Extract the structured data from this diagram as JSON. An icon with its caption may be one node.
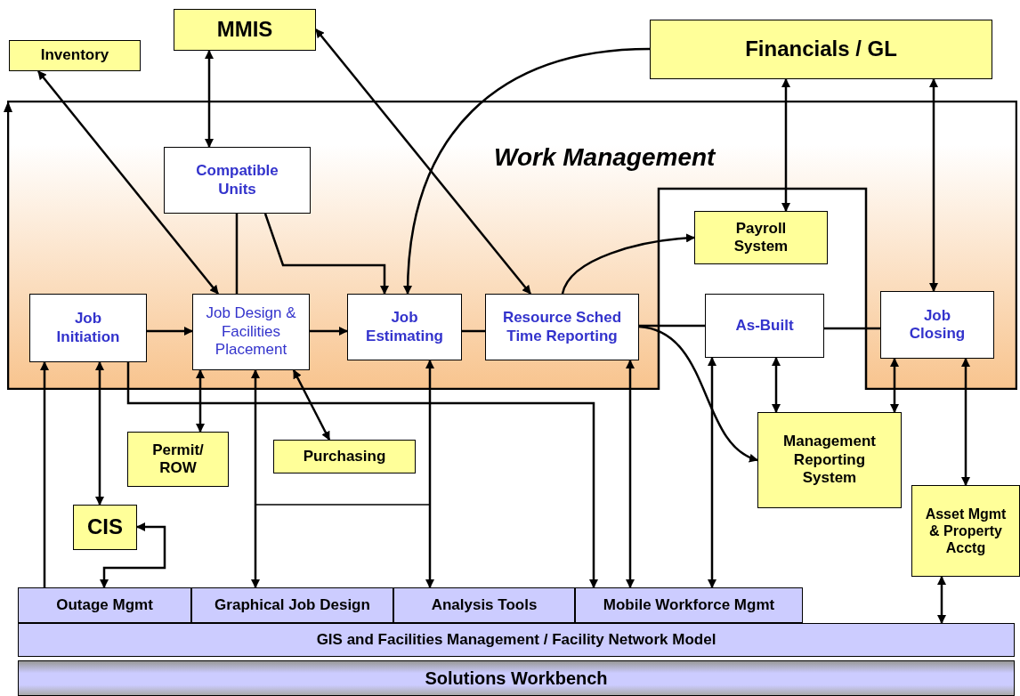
{
  "diagram": {
    "nodes": [
      {
        "text": [
          "Inventory"
        ]
      },
      {
        "text": [
          "MMIS"
        ]
      },
      {
        "text": [
          "Financials / GL"
        ]
      },
      {
        "text": [
          "Work Management"
        ]
      },
      {
        "text": [
          "Compatible Units"
        ],
        "in": 3
      },
      {
        "text": [
          "Job Initiation"
        ],
        "in": 3
      },
      {
        "text": [
          "Job Design & Facilities Placement"
        ],
        "in": 3
      },
      {
        "text": [
          "Job Estimating"
        ],
        "in": 3
      },
      {
        "text": [
          "Resource Sched Time Reporting"
        ],
        "in": 3
      },
      {
        "text": [
          "Payroll System"
        ]
      },
      {
        "text": [
          "As-Built"
        ]
      },
      {
        "text": [
          "Job Closing"
        ],
        "in": 3
      },
      {
        "text": [
          "Permit/ ROW"
        ]
      },
      {
        "text": [
          "Purchasing"
        ]
      },
      {
        "text": [
          "Management Reporting System"
        ]
      },
      {
        "text": [
          "CIS"
        ]
      },
      {
        "text": [
          "Asset Mgmt & Property Acctg"
        ]
      },
      {
        "text": [
          "Outage Mgmt"
        ]
      },
      {
        "text": [
          "Graphical Job Design"
        ]
      },
      {
        "text": [
          "Analysis Tools"
        ]
      },
      {
        "text": [
          "Mobile Workforce Mgmt"
        ]
      },
      {
        "text": [
          "GIS and Facilities Management / Facility Network Model"
        ]
      },
      {
        "text": [
          "Solutions Workbench"
        ]
      }
    ],
    "edges": [
      {
        "from": 0,
        "to": 6,
        "arrow": "both"
      },
      {
        "from": 1,
        "to": 4,
        "arrow": "both"
      },
      {
        "from": 1,
        "to": 8,
        "arrow": "both"
      },
      {
        "from": 2,
        "to": 7,
        "arrow": "to"
      },
      {
        "from": 2,
        "to": 9,
        "arrow": "both"
      },
      {
        "from": 2,
        "to": 11,
        "arrow": "both"
      },
      {
        "from": 4,
        "to": 6,
        "arrow": "none"
      },
      {
        "from": 4,
        "to": 7,
        "arrow": "to"
      },
      {
        "from": 5,
        "to": 6,
        "arrow": "to"
      },
      {
        "from": 6,
        "to": 7,
        "arrow": "to"
      },
      {
        "from": 7,
        "to": 8,
        "arrow": "none"
      },
      {
        "from": 8,
        "to": 9,
        "arrow": "to"
      },
      {
        "from": 8,
        "to": 10,
        "arrow": "none"
      },
      {
        "from": 10,
        "to": 11,
        "arrow": "none"
      },
      {
        "from": 8,
        "to": 14,
        "arrow": "to"
      },
      {
        "from": 17,
        "to": 5,
        "arrow": "to"
      },
      {
        "from": 5,
        "to": 15,
        "arrow": "both"
      },
      {
        "from": 5,
        "to": 20,
        "arrow": "to"
      },
      {
        "from": 15,
        "to": 17,
        "arrow": "both"
      },
      {
        "from": 6,
        "to": 12,
        "arrow": "both"
      },
      {
        "from": 6,
        "to": 18,
        "arrow": "both"
      },
      {
        "from": 6,
        "to": 13,
        "arrow": "both"
      },
      {
        "from": 7,
        "to": 19,
        "arrow": "both"
      },
      {
        "from": 8,
        "to": 20,
        "arrow": "both"
      },
      {
        "from": 10,
        "to": 20,
        "arrow": "both"
      },
      {
        "from": 10,
        "to": 14,
        "arrow": "both"
      },
      {
        "from": 11,
        "to": 14,
        "arrow": "both"
      },
      {
        "from": 11,
        "to": 16,
        "arrow": "both"
      },
      {
        "from": 16,
        "to": 21,
        "arrow": "both"
      }
    ]
  }
}
